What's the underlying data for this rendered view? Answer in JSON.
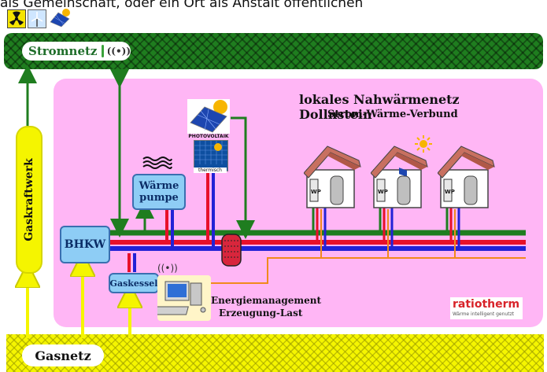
{
  "header_text": "als Gemeinschaft, oder ein Ort als Anstalt öffentlichen",
  "stromnetz": {
    "label": "Stromnetz"
  },
  "gasnetz": {
    "label": "Gasnetz"
  },
  "gaskraftwerk": {
    "label": "Gaskraftwerk"
  },
  "title": {
    "line1": "lokales Nahwärmenetz Dollnstein",
    "line2": "Strom-Wärme-Verbund"
  },
  "components": {
    "bhkw": "BHKW",
    "waermepumpe": [
      "Wärme",
      "pumpe"
    ],
    "gaskessel": "Gaskessel",
    "photovoltaik": "PHOTOVOLTAIK",
    "thermisch": "thermisch",
    "energiemanagement": [
      "Energiemanagement",
      "Erzeugung-Last"
    ]
  },
  "house_wp_label": "WP",
  "brand": {
    "name": "ratiotherm",
    "tagline": "Wärme intelligent genutzt"
  },
  "colors": {
    "strom_green": "#1f7d1f",
    "gas_yellow": "#f5f500",
    "heat_red": "#e8102a",
    "cold_blue": "#2222d6",
    "panel_pink": "#ffb6f5",
    "box_blue": "#8ecdf5"
  }
}
